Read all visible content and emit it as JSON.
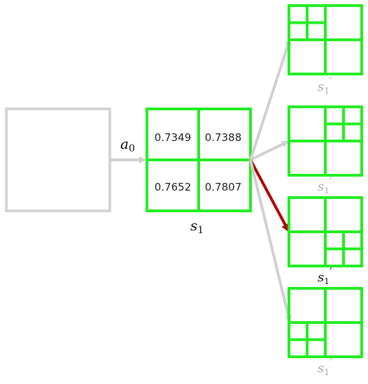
{
  "colors": {
    "grid_green": "#22ee22",
    "initial_state_gray": "#d4d4d4",
    "arrow_gray": "#d0d0d0",
    "selected_arrow_red": "#b00000",
    "label_dark": "#111111",
    "label_muted": "#a8a8a8"
  },
  "action_label": {
    "symbol": "a",
    "subscript": "0"
  },
  "state_label": {
    "symbol": "s",
    "subscript": "1"
  },
  "cell_values": {
    "top_left": "0.7349",
    "top_right": "0.7388",
    "bottom_left": "0.7652",
    "bottom_right": "0.7807"
  },
  "next_states": [
    {
      "symbol": "s",
      "subscript": "1",
      "prime": "′",
      "refined_quadrant": "top-left",
      "selected": false
    },
    {
      "symbol": "s",
      "subscript": "1",
      "prime": "′",
      "refined_quadrant": "top-right",
      "selected": false
    },
    {
      "symbol": "s",
      "subscript": "1",
      "prime": "′",
      "refined_quadrant": "bottom-right",
      "selected": true
    },
    {
      "symbol": "s",
      "subscript": "1",
      "prime": "′",
      "refined_quadrant": "bottom-left",
      "selected": false
    }
  ]
}
